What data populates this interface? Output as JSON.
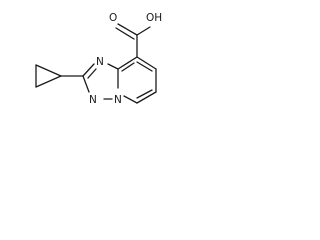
{
  "molecule": {
    "atoms": {
      "oh": "OH",
      "o_carbonyl": "O",
      "n_upper": "N",
      "n_left": "N",
      "n_right": "N"
    }
  }
}
